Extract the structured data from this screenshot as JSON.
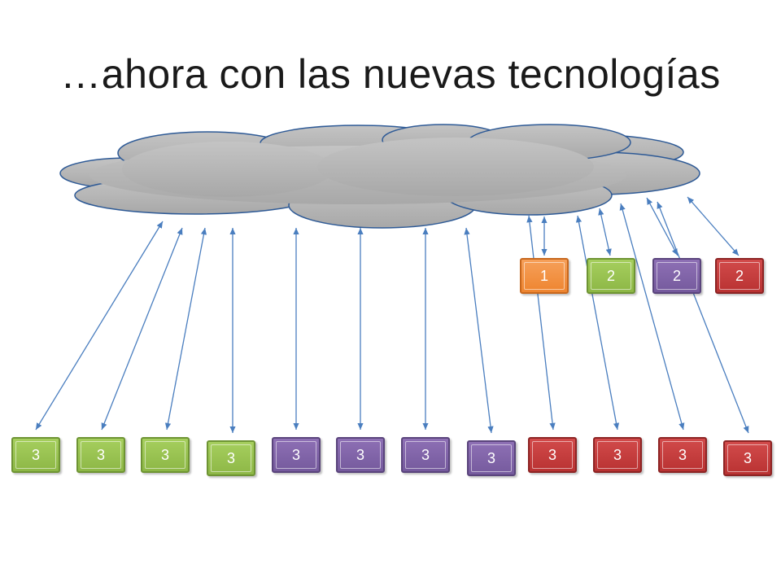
{
  "slide": {
    "title": "…ahora con las nuevas tecnologías"
  },
  "colors": {
    "cloud_fill": "#b2b2b2",
    "cloud_stroke": "#2e5a96",
    "arrow": "#4a7ebf",
    "green": "#94c054",
    "purple": "#7b62a3",
    "red": "#c0393b",
    "orange": "#f79646"
  },
  "top_boxes": [
    {
      "label": "1",
      "color": "orange"
    },
    {
      "label": "2",
      "color": "green"
    },
    {
      "label": "2",
      "color": "purple"
    },
    {
      "label": "2",
      "color": "red"
    }
  ],
  "bottom_boxes": [
    {
      "label": "3",
      "color": "green"
    },
    {
      "label": "3",
      "color": "green"
    },
    {
      "label": "3",
      "color": "green"
    },
    {
      "label": "3",
      "color": "green"
    },
    {
      "label": "3",
      "color": "purple"
    },
    {
      "label": "3",
      "color": "purple"
    },
    {
      "label": "3",
      "color": "purple"
    },
    {
      "label": "3",
      "color": "purple"
    },
    {
      "label": "3",
      "color": "red"
    },
    {
      "label": "3",
      "color": "red"
    },
    {
      "label": "3",
      "color": "red"
    },
    {
      "label": "3",
      "color": "red"
    }
  ]
}
